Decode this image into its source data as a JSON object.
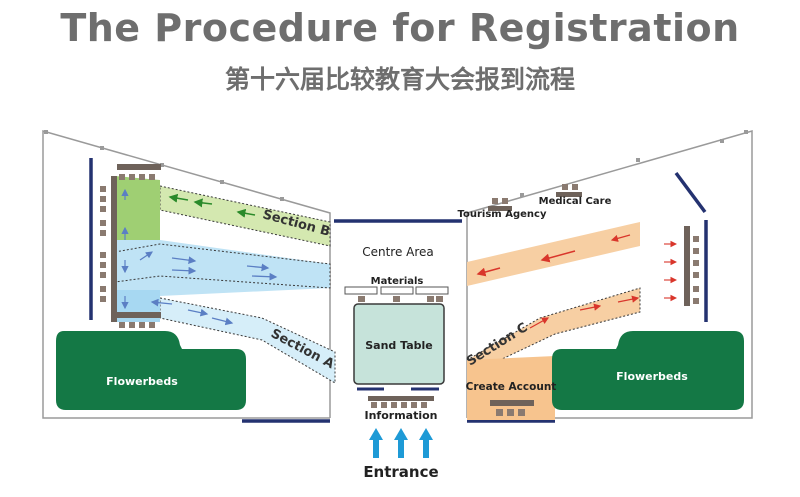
{
  "header": {
    "title": "The Procedure for Registration",
    "subtitle": "第十六届比较教育大会报到流程"
  },
  "areas": {
    "section_a": "Section A",
    "section_b": "Section B",
    "section_c": "Section C",
    "centre_area": "Centre Area",
    "materials": "Materials",
    "sand_table": "Sand Table",
    "information": "Information",
    "entrance": "Entrance",
    "flowerbeds_left": "Flowerbeds",
    "flowerbeds_right": "Flowerbeds",
    "tourism_agency": "Tourism Agency",
    "medical_care": "Medical Care",
    "create_account": "Create Account"
  },
  "colors": {
    "flowerbed": "#147845",
    "section_a": "#bfe3f5",
    "section_b": "#d4e8b0",
    "section_c": "#f7cfa3",
    "wall": "#243270",
    "desk": "#8a7a70",
    "entrance_arrow": "#1e9ad6",
    "title_gray": "#6e6e6e"
  }
}
